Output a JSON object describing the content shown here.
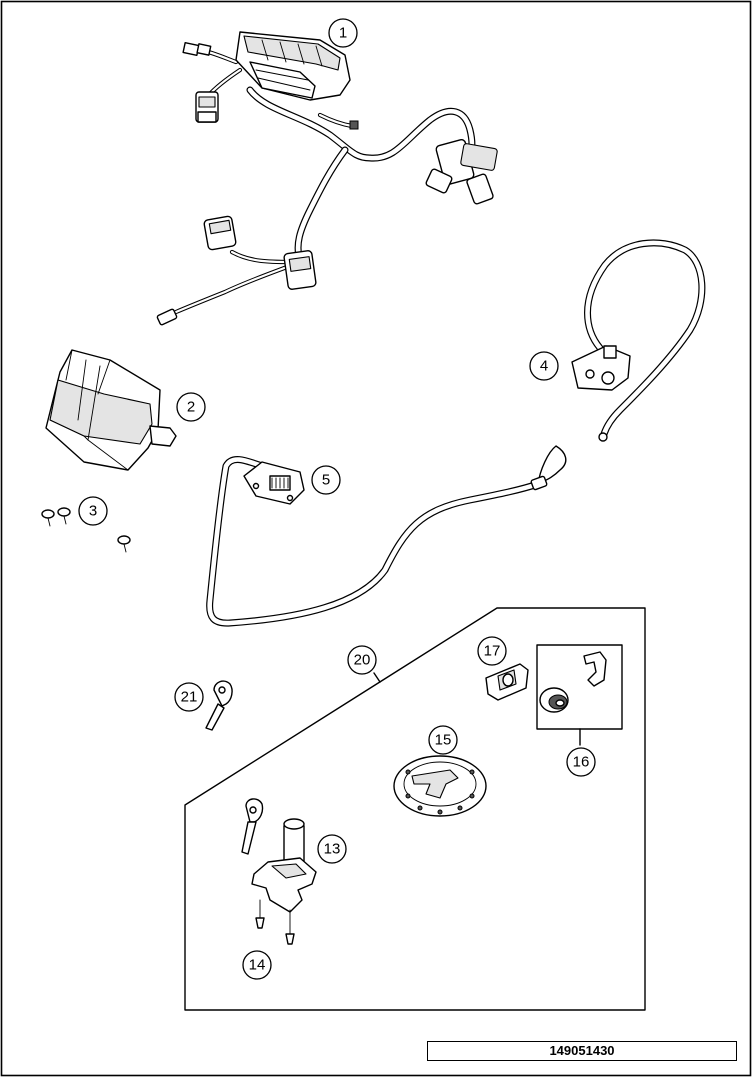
{
  "callouts": [
    "1",
    "2",
    "3",
    "4",
    "5",
    "13",
    "14",
    "15",
    "16",
    "17",
    "20",
    "21"
  ],
  "diagram_id": "149051430"
}
